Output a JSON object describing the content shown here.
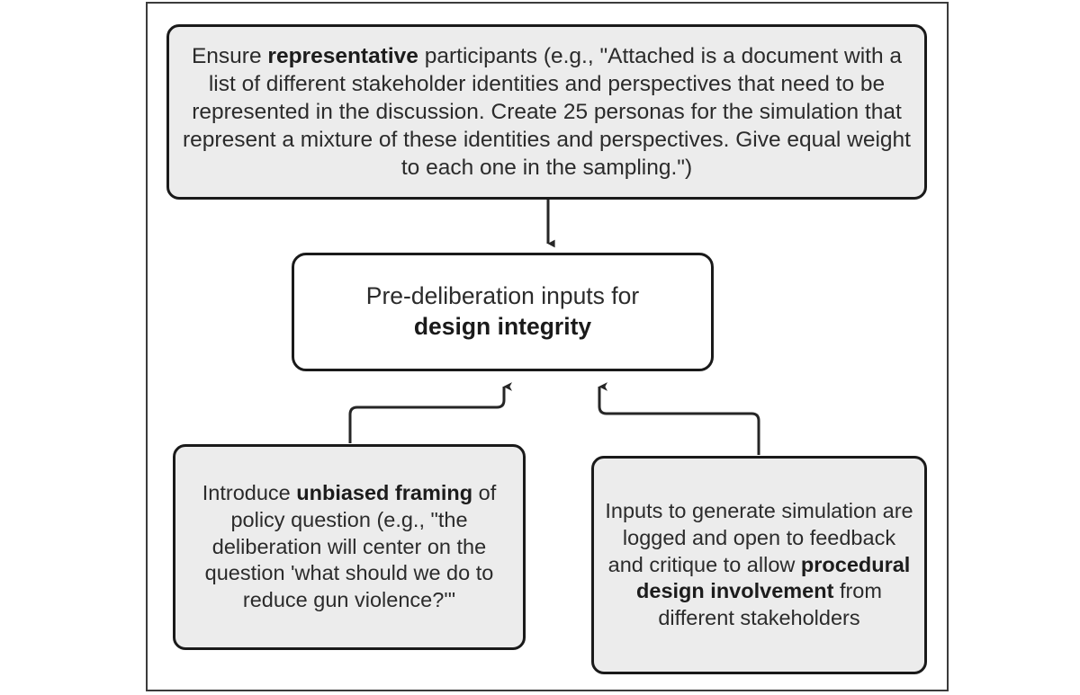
{
  "diagram": {
    "type": "flowchart",
    "title": "Pre-deliberation inputs for design integrity",
    "background_color": "#ffffff",
    "frame": {
      "border_color": "#3b3b3b",
      "fill": "none"
    },
    "style": {
      "node_fill": "#ececec",
      "node_fill_alt": "#ffffff",
      "node_border": "#1a1a1a",
      "text_color": "#2b2b2b",
      "connector_color": "#262626"
    },
    "nodes": [
      {
        "id": "representative",
        "name": "representative-participants-node",
        "fill": "#ececec",
        "text_parts": [
          {
            "text": "Ensure ",
            "bold": false
          },
          {
            "text": "representative",
            "bold": true
          },
          {
            "text": " participants (e.g., \"Attached is a document with a list of different stakeholder identities and perspectives that need to be represented in the discussion. Create 25 personas for the simulation that represent a mixture of these identities and perspectives. Give equal weight to each one in the sampling.\")",
            "bold": false
          }
        ],
        "plain_text": "Ensure representative participants (e.g., \"Attached is a document with a list of different stakeholder identities and perspectives that need to be represented in the discussion. Create 25 personas for the simulation that represent a mixture of these identities and perspectives. Give equal weight to each one in the sampling.\")"
      },
      {
        "id": "center",
        "name": "pre-deliberation-inputs-node",
        "fill": "#ffffff",
        "line1": "Pre-deliberation inputs for",
        "line2": "design integrity",
        "plain_text": "Pre-deliberation inputs for design integrity"
      },
      {
        "id": "framing",
        "name": "unbiased-framing-node",
        "fill": "#ececec",
        "text_parts": [
          {
            "text": "Introduce ",
            "bold": false
          },
          {
            "text": "unbiased framing",
            "bold": true
          },
          {
            "text": " of policy question (e.g., \"the deliberation will center on the question 'what should we do to reduce gun violence?'\"",
            "bold": false
          }
        ],
        "plain_text": "Introduce unbiased framing of policy question (e.g., \"the deliberation will center on the question 'what should we do to reduce gun violence?'\""
      },
      {
        "id": "procedural",
        "name": "procedural-design-involvement-node",
        "fill": "#ececec",
        "text_parts": [
          {
            "text": "Inputs to generate simulation are logged and open to feedback and critique to allow ",
            "bold": false
          },
          {
            "text": "procedural design involvement",
            "bold": true
          },
          {
            "text": " from different stakeholders",
            "bold": false
          }
        ],
        "plain_text": "Inputs to generate simulation are logged and open to feedback and critique to allow procedural design involvement from different stakeholders"
      }
    ],
    "edges": [
      {
        "id": "edge-top",
        "name": "arrow-representative-to-center",
        "from": "representative",
        "to": "center",
        "direction": "down",
        "style": "straight"
      },
      {
        "id": "edge-left",
        "name": "arrow-framing-to-center",
        "from": "framing",
        "to": "center",
        "direction": "up",
        "style": "elbow"
      },
      {
        "id": "edge-right",
        "name": "arrow-procedural-to-center",
        "from": "procedural",
        "to": "center",
        "direction": "up",
        "style": "elbow"
      }
    ]
  }
}
